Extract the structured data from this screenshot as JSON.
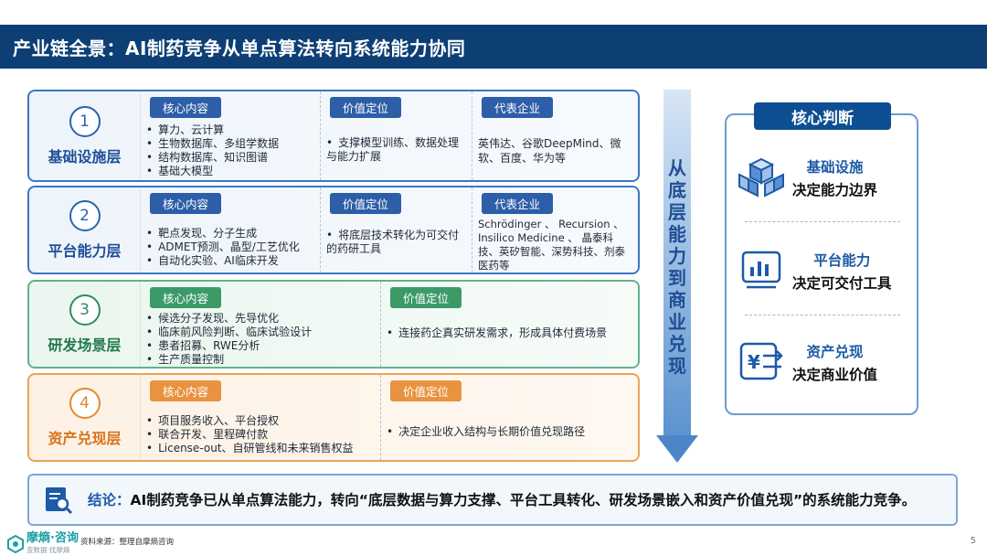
{
  "title": "产业链全景：AI制药竞争从单点算法转向系统能力协同",
  "layers": [
    {
      "num": "1",
      "name": "基础设施层",
      "core_tag": "核心内容",
      "core_items": [
        "算力、云计算",
        "生物数据库、多组学数据",
        "结构数据库、知识图谱",
        "基础大模型"
      ],
      "value_tag": "价值定位",
      "value_items": [
        "支撑模型训练、数据处理与能力扩展"
      ],
      "company_tag": "代表企业",
      "company_text": "英伟达、谷歌DeepMind、微软、百度、华为等"
    },
    {
      "num": "2",
      "name": "平台能力层",
      "core_tag": "核心内容",
      "core_items": [
        "靶点发现、分子生成",
        "ADMET预测、晶型/工艺优化",
        "自动化实验、AI临床开发"
      ],
      "value_tag": "价值定位",
      "value_items": [
        "将底层技术转化为可交付的药研工具"
      ],
      "company_tag": "代表企业",
      "company_text": "Schrödinger 、 Recursion 、Insilico Medicine 、 晶泰科技、英矽智能、深势科技、剂泰医药等"
    },
    {
      "num": "3",
      "name": "研发场景层",
      "core_tag": "核心内容",
      "core_items": [
        "候选分子发现、先导优化",
        "临床前风险判断、临床试验设计",
        "患者招募、RWE分析",
        "生产质量控制"
      ],
      "value_tag": "价值定位",
      "value_items": [
        "连接药企真实研发需求，形成具体付费场景"
      ]
    },
    {
      "num": "4",
      "name": "资产兑现层",
      "core_tag": "核心内容",
      "core_items": [
        "项目服务收入、平台授权",
        "联合开发、里程碑付款",
        "License-out、自研管线和未来销售权益"
      ],
      "value_tag": "价值定位",
      "value_items": [
        "决定企业收入结构与长期价值兑现路径"
      ]
    }
  ],
  "arrow_text": "从底层能力到商业兑现",
  "core_box": {
    "title": "核心判断",
    "items": [
      {
        "icon": "cubes-icon",
        "line1": "基础设施",
        "line2": "决定能力边界"
      },
      {
        "icon": "bar-chart-icon",
        "line1": "平台能力",
        "line2": "决定可交付工具"
      },
      {
        "icon": "yen-exchange-icon",
        "line1": "资产兑现",
        "line2": "决定商业价值"
      }
    ]
  },
  "conclusion": {
    "label": "结论：",
    "text": "AI制药竞争已从单点算法能力，转向“底层数据与算力支撑、平台工具转化、研发场景嵌入和资产价值兑现”的系统能力竞争。"
  },
  "footer": {
    "logo_name": "摩熵·咨询",
    "logo_sub": "查数据·找摩熵",
    "source": "资料来源：整理自摩熵咨询",
    "page": "5"
  },
  "colors": {
    "title_bar": "#0d3f75",
    "blue": "#2d5ea7",
    "green": "#3c9a69",
    "orange": "#e99340"
  }
}
